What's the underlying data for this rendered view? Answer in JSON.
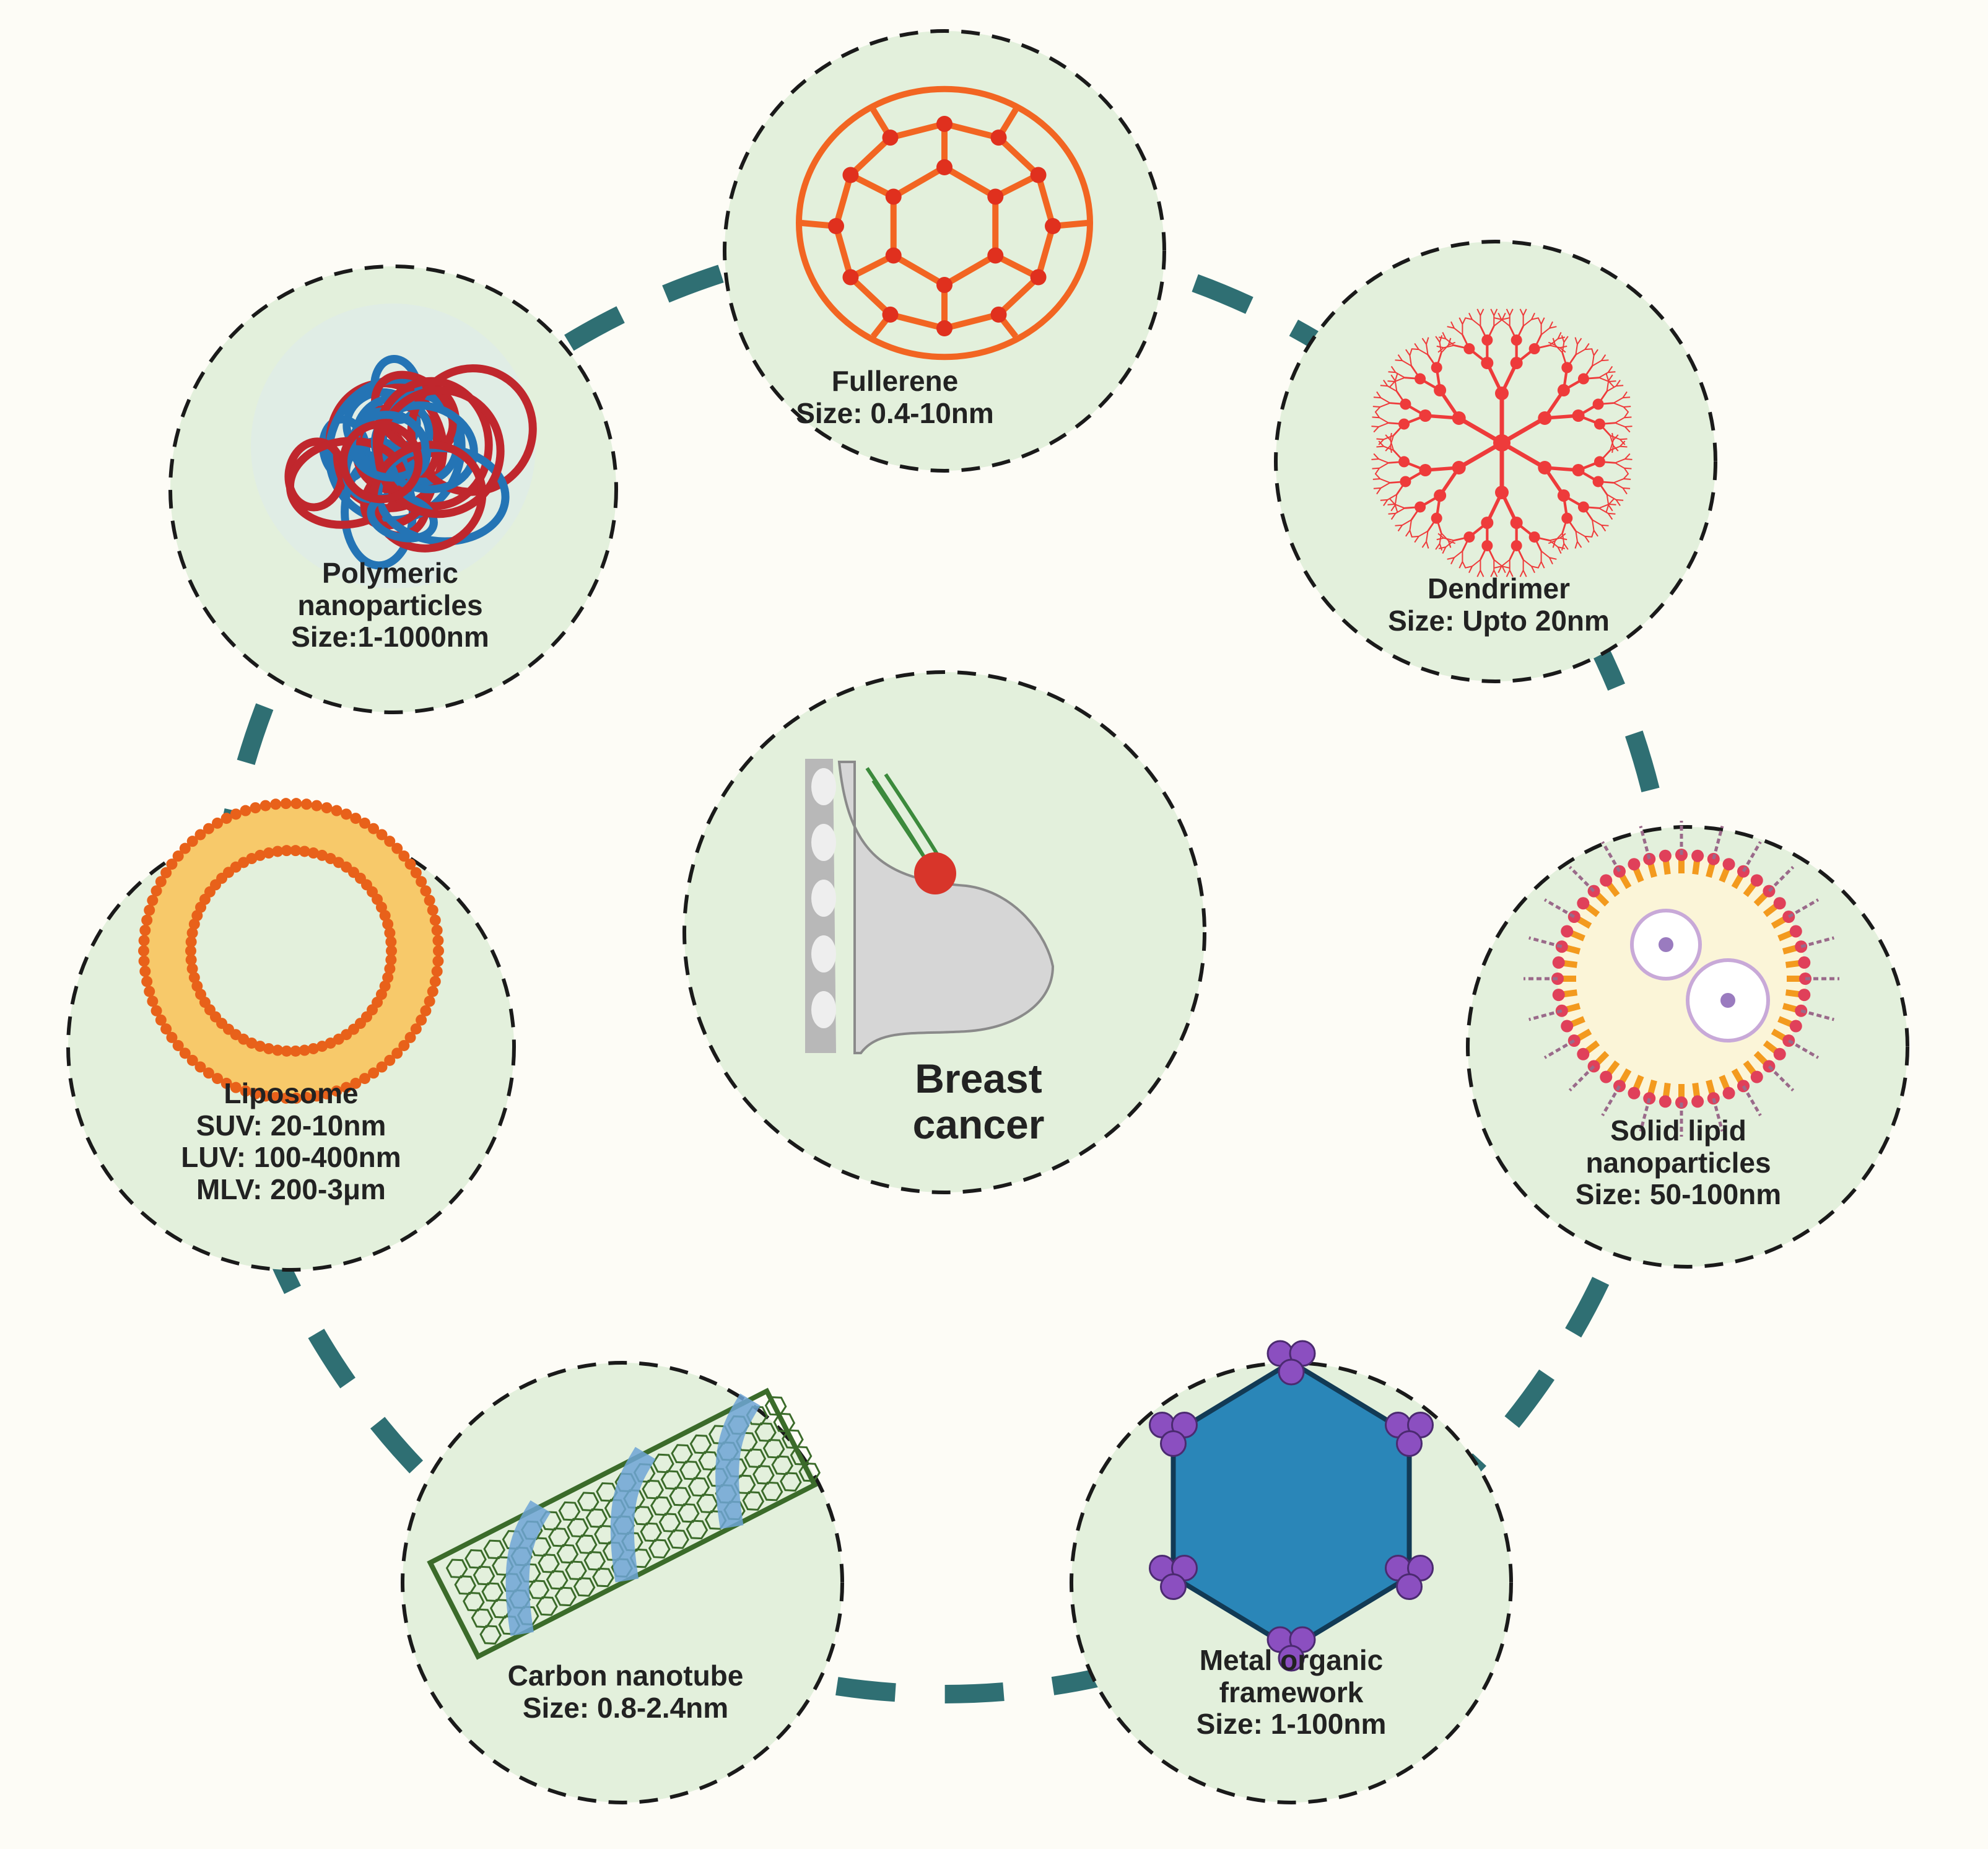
{
  "center": {
    "line1": "Breast",
    "line2": "cancer"
  },
  "nodes": [
    {
      "id": "fullerene",
      "lines": [
        "Fullerene",
        "Size: 0.4-10nm"
      ],
      "icon": "fullerene-icon"
    },
    {
      "id": "dendrimer",
      "lines": [
        "Dendrimer",
        "Size: Upto 20nm"
      ],
      "icon": "dendrimer-icon"
    },
    {
      "id": "solid-lipid",
      "lines": [
        "Solid lipid",
        "nanoparticles",
        "Size: 50-100nm"
      ],
      "icon": "solid-lipid-nanoparticle-icon"
    },
    {
      "id": "mof",
      "lines": [
        "Metal organic",
        "framework",
        "Size: 1-100nm"
      ],
      "icon": "metal-organic-framework-icon"
    },
    {
      "id": "carbon-nanotube",
      "lines": [
        "Carbon nanotube",
        "Size: 0.8-2.4nm"
      ],
      "icon": "carbon-nanotube-icon"
    },
    {
      "id": "liposome",
      "lines": [
        "Liposome",
        "SUV: 20-10nm",
        "LUV: 100-400nm",
        "MLV: 200-3μm"
      ],
      "icon": "liposome-icon"
    },
    {
      "id": "polymeric",
      "lines": [
        "Polymeric",
        "nanoparticles",
        "Size:1-1000nm"
      ],
      "icon": "polymeric-nanoparticle-icon"
    }
  ],
  "colors": {
    "background": "#fdfcf6",
    "circle_fill": "#e3f0dc",
    "connector": "#2f6f73",
    "fullerene": "#f26522",
    "dendrimer": "#ee3b3b",
    "polymer_red": "#c0272d",
    "polymer_blue": "#2474b5",
    "liposome": "#f39a1e",
    "nanotube": "#3b6b2a",
    "helix": "#6fa5d6",
    "mof_fill": "#2a86b8",
    "mof_node": "#8b4fc0",
    "tumor": "#d8352a"
  }
}
